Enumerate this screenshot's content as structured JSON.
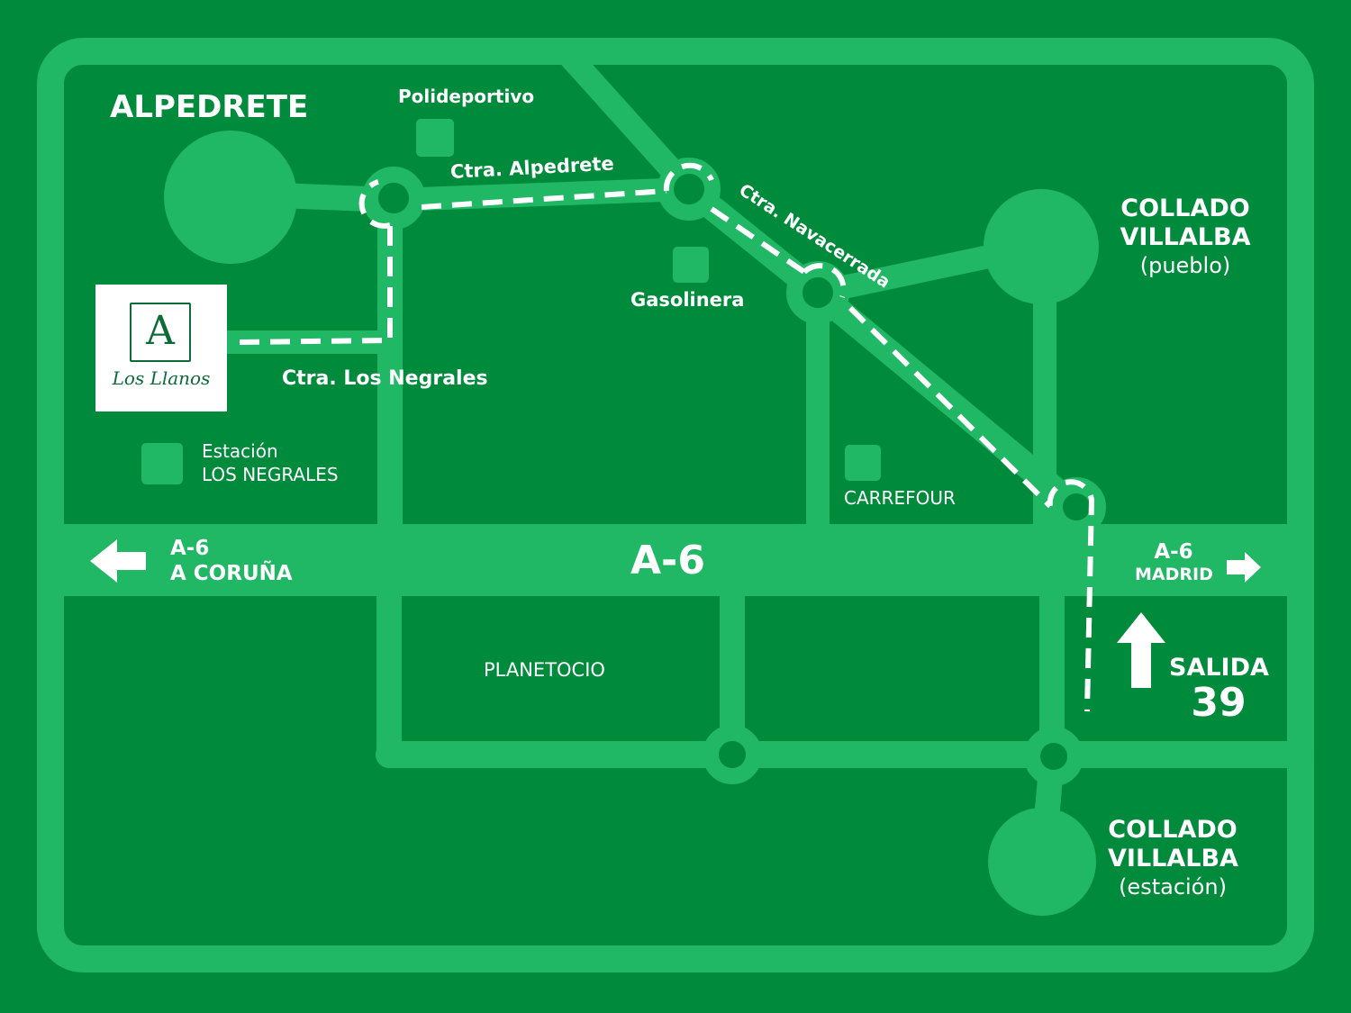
{
  "colors": {
    "background": "#008a3c",
    "roads": "#20b765",
    "route": "#ffffff",
    "logo": "#0c6b36"
  },
  "towns": {
    "alpedrete": "ALPEDRETE",
    "collado_pueblo": {
      "line1": "COLLADO",
      "line2": "VILLALBA",
      "line3": "(pueblo)"
    },
    "collado_estacion": {
      "line1": "COLLADO",
      "line2": "VILLALBA",
      "line3": "(estación)"
    }
  },
  "roads": {
    "alpedrete": "Ctra. Alpedrete",
    "navacerrada": "Ctra. Navacerrada",
    "los_negrales": "Ctra. Los Negrales",
    "highway": "A-6"
  },
  "places": {
    "polideportivo": "Polideportivo",
    "gasolinera": "Gasolinera",
    "estacion": {
      "line1": "Estación",
      "line2": "LOS NEGRALES"
    },
    "carrefour": "CARREFOUR",
    "planetocio": "PLANETOCIO"
  },
  "directions": {
    "west": {
      "line1": "A-6",
      "line2": "A CORUÑA",
      "icon": "arrow-left-icon"
    },
    "east": {
      "line1": "A-6",
      "line2": "MADRID",
      "icon": "arrow-right-icon"
    },
    "exit": {
      "line1": "SALIDA",
      "line2": "39",
      "icon": "arrow-up-icon"
    }
  },
  "logo": {
    "name": "Los Llanos",
    "mark": "A"
  }
}
